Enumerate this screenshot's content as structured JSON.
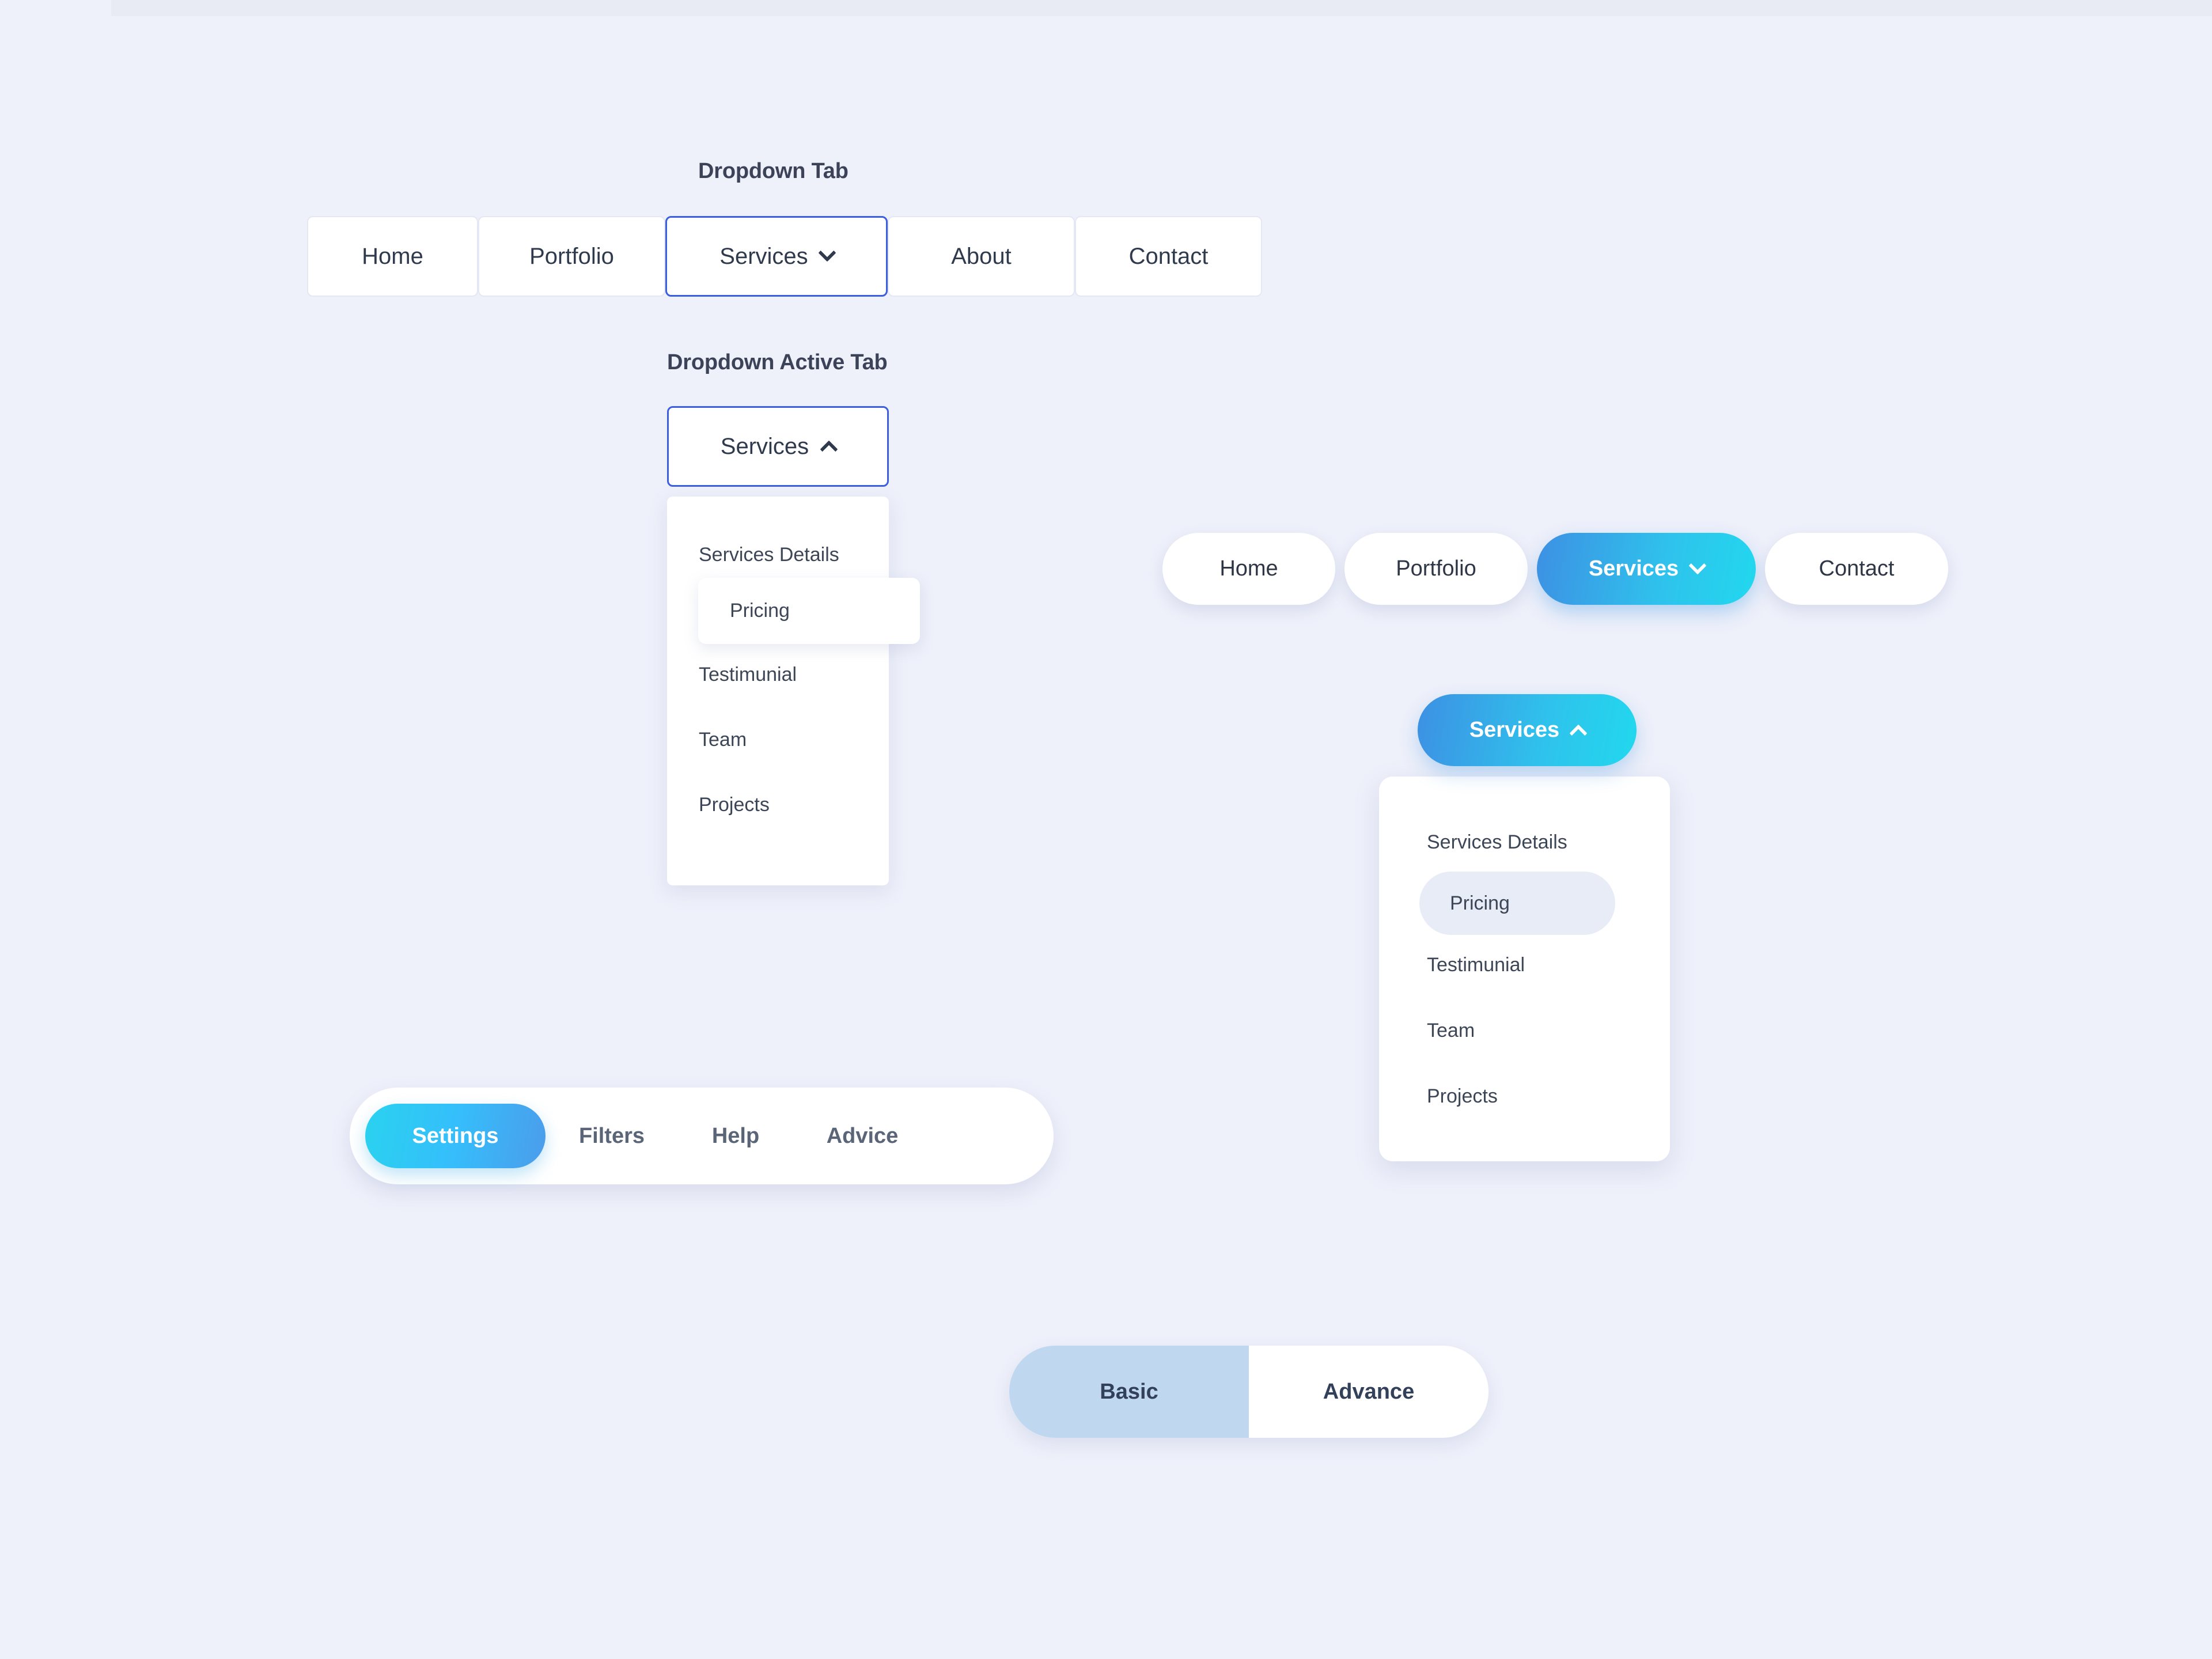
{
  "background_color": "#eef0fa",
  "accent": {
    "border_blue": "#3b5fe0",
    "gradient_blue": "#3d90e3",
    "gradient_cyan": "#22d8ee",
    "selected_toggle_blue": "#bfd8f0",
    "pricing_pill_grey": "#e7ecf6"
  },
  "sections": {
    "dropdown_tab": {
      "heading": "Dropdown Tab",
      "tabs": [
        {
          "label": "Home",
          "active": false,
          "icon": null
        },
        {
          "label": "Portfolio",
          "active": false,
          "icon": null
        },
        {
          "label": "Services",
          "active": true,
          "icon": "chevron-down-icon"
        },
        {
          "label": "About",
          "active": false,
          "icon": null
        },
        {
          "label": "Contact",
          "active": false,
          "icon": null
        }
      ]
    },
    "dropdown_active_tab": {
      "heading": "Dropdown Active Tab",
      "trigger": {
        "label": "Services",
        "icon": "chevron-up-icon"
      },
      "menu": [
        {
          "label": "Services Details",
          "highlighted": false
        },
        {
          "label": "Pricing",
          "highlighted": true
        },
        {
          "label": "Testimunial",
          "highlighted": false
        },
        {
          "label": "Team",
          "highlighted": false
        },
        {
          "label": "Projects",
          "highlighted": false
        }
      ]
    },
    "pill_nav": {
      "tabs": [
        {
          "label": "Home",
          "active": false,
          "icon": null
        },
        {
          "label": "Portfolio",
          "active": false,
          "icon": null
        },
        {
          "label": "Services",
          "active": true,
          "icon": "chevron-down-icon"
        },
        {
          "label": "Contact",
          "active": false,
          "icon": null
        }
      ]
    },
    "pill_dropdown": {
      "trigger": {
        "label": "Services",
        "icon": "chevron-up-icon"
      },
      "menu": [
        {
          "label": "Services Details",
          "highlighted": false
        },
        {
          "label": "Pricing",
          "highlighted": true
        },
        {
          "label": "Testimunial",
          "highlighted": false
        },
        {
          "label": "Team",
          "highlighted": false
        },
        {
          "label": "Projects",
          "highlighted": false
        }
      ]
    },
    "segmented_bar": {
      "segments": [
        {
          "label": "Settings",
          "active": true
        },
        {
          "label": "Filters",
          "active": false
        },
        {
          "label": "Help",
          "active": false
        },
        {
          "label": "Advice",
          "active": false
        }
      ]
    },
    "basic_advance_toggle": {
      "options": [
        {
          "label": "Basic",
          "selected": true
        },
        {
          "label": "Advance",
          "selected": false
        }
      ]
    }
  }
}
